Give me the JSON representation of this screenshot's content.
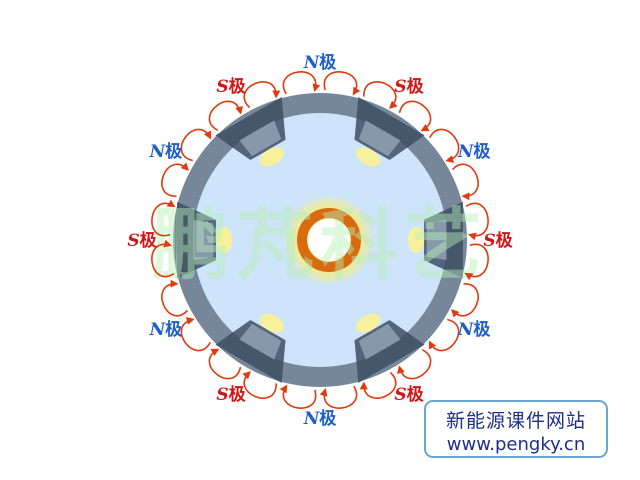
{
  "labels": {
    "n_pole": "N",
    "s_pole": "S",
    "pole_suffix": "极"
  },
  "poles": [
    "N",
    "S",
    "N",
    "S",
    "N",
    "S",
    "N",
    "S"
  ],
  "watermark": "鹏芃科艺",
  "brand": {
    "title": "新能源课件网站",
    "url": "www.pengky.cn"
  },
  "colors": {
    "stator_ring": "#76879a",
    "stator_inner": "#cde4fa",
    "rotor_glow": "#f6f19a",
    "shaft": "#d86a10",
    "flux_arrow": "#e03a10",
    "n_label": "#1f5fc8",
    "s_label": "#d21414"
  }
}
